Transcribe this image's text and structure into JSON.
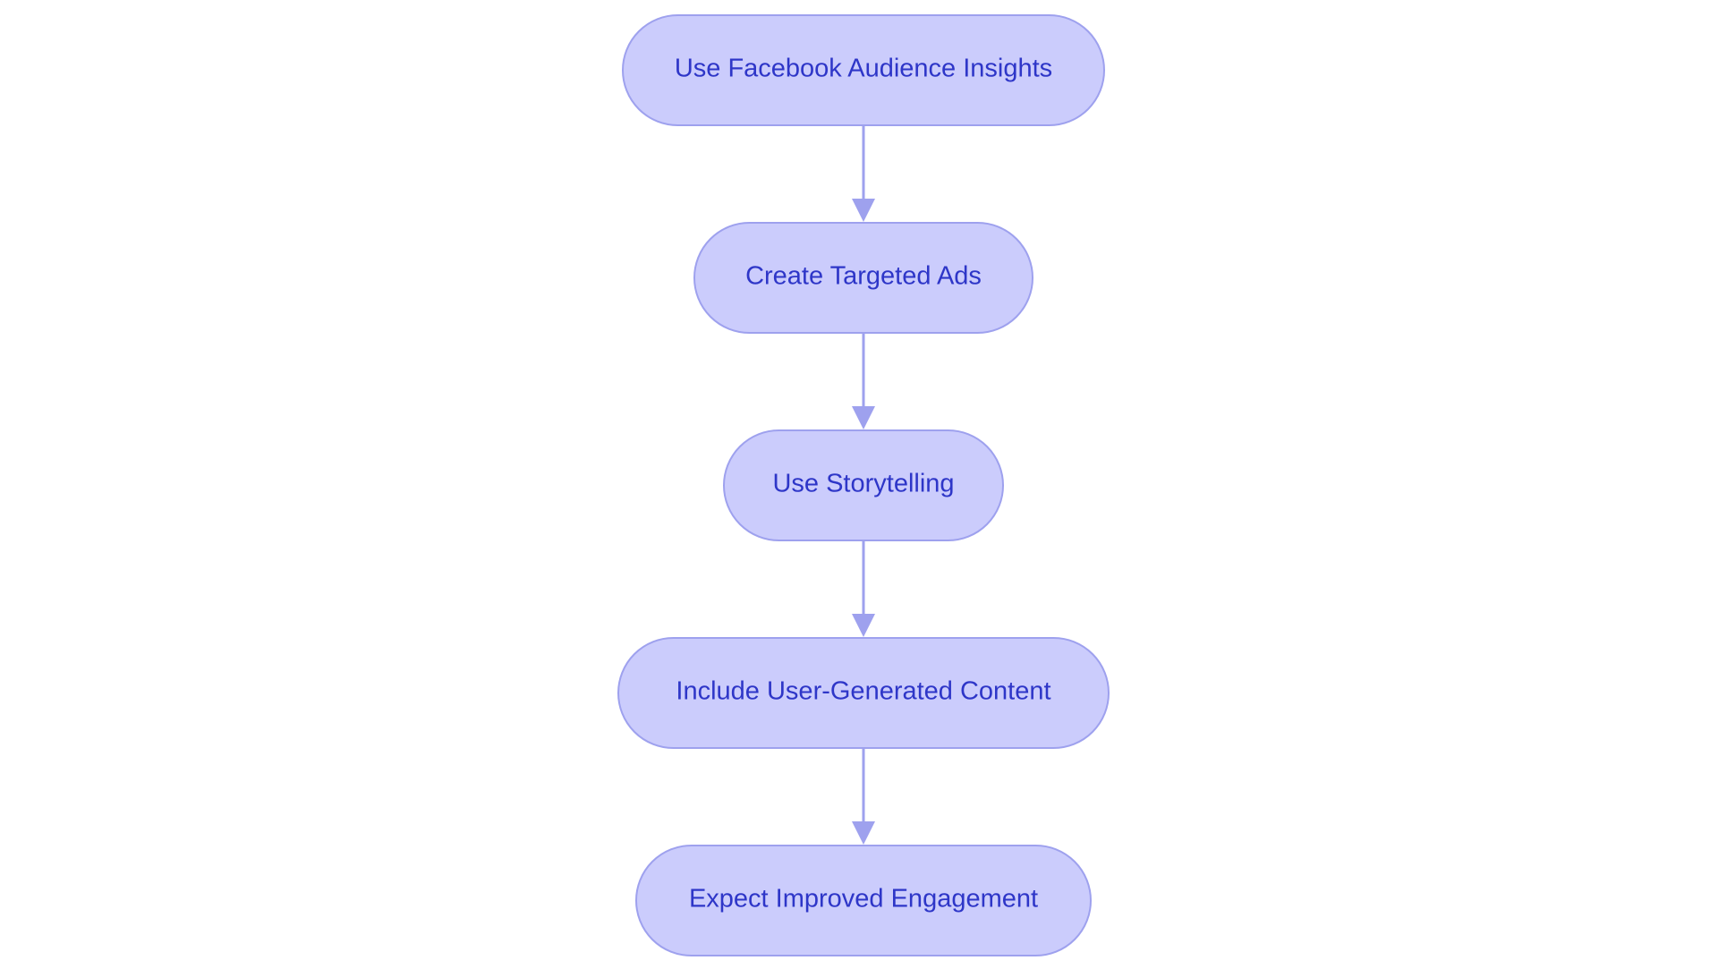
{
  "flowchart": {
    "steps": [
      {
        "label": "Use Facebook Audience Insights"
      },
      {
        "label": "Create Targeted Ads"
      },
      {
        "label": "Use Storytelling"
      },
      {
        "label": "Include User-Generated Content"
      },
      {
        "label": "Expect Improved Engagement"
      }
    ],
    "colors": {
      "node_fill": "#cbccfc",
      "node_border": "#9ea1ee",
      "text": "#2e36c8",
      "connector": "#9ea1ee",
      "background": "#ffffff"
    }
  }
}
